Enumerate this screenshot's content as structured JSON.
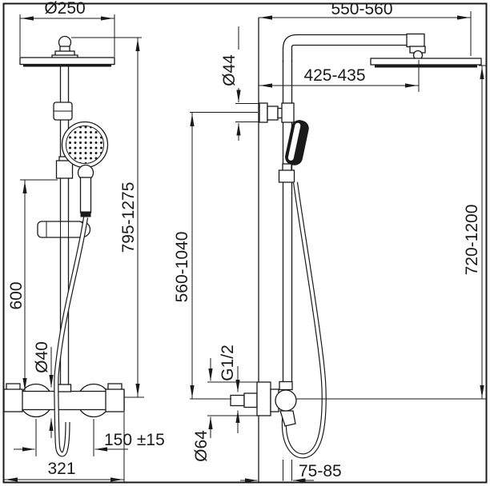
{
  "drawing": {
    "type": "technical-dimension-drawing",
    "subject": "shower column with overhead shower, hand shower and thermostatic mixer (front and side views)",
    "front_view": {
      "head_diameter": "Ø250",
      "total_height": "795-1275",
      "rail_length": "600",
      "knob_diameter": "Ø40",
      "connection_spacing": "150 ±15",
      "body_width": "321"
    },
    "side_view": {
      "overall_reach": "550-560",
      "bracket_diameter": "Ø44",
      "arm_projection": "425-435",
      "bracket_height": "560-1040",
      "head_height": "720-1200",
      "thread_size": "G1/2",
      "flange_diameter": "Ø64",
      "wall_distance": "75-85"
    }
  }
}
